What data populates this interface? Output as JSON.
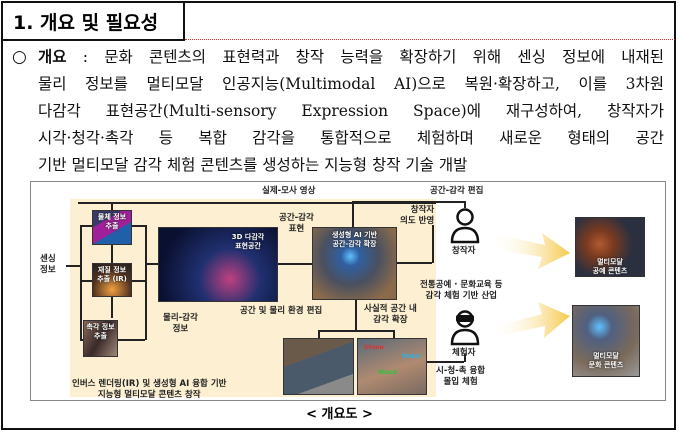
{
  "section": {
    "title": "1. 개요 및 필요성"
  },
  "overview": {
    "bullet": "○",
    "label": "개요",
    "lines": [
      " : 문화 콘텐츠의 표현력과 창작 능력을 확장하기 위해 센싱 정보에 내재된",
      "물리 정보를 멀티모달 인공지능(Multimodal AI)으로 복원·확장하고, 이를 3차원",
      "다감각 표현공간(Multi-sensory Expression Space)에 재구성하여, 창작자가",
      "시각·청각·촉각 등 복합 감각을 통합적으로 체험하며 새로운 형태의 공간",
      "기반 멀티모달 감각 체험 콘텐츠를 생성하는 지능형 창작 기술 개발"
    ]
  },
  "diagram": {
    "sensing_label": "센싱\n정보",
    "real_sim_video": "실제-모사 영상",
    "object_info": "물체 정보\n추출",
    "material_info": "재질 정보\n추출 (IR)",
    "tactile_info": "촉각 정보\n추출",
    "physical_sense_info": "물리-감각\n정보",
    "space3d_img": "3D 다감각\n표현공간",
    "space_sense_expression": "공간-감각\n표현",
    "genai_img": "생성형 AI 기반\n공간-감각 확장",
    "space_physical_edit": "공간 및 물리 환경 편집",
    "realistic_expansion": "사실적 공간 내\n감각 확장",
    "creator_intent": "창작자\n의도 반영",
    "space_sense_edit": "공간-감각 편집",
    "creator": "창작자",
    "experiencer": "체험자",
    "industry": "전통공예 · 문화교육 등\n감각 체험 기반 산업",
    "immersive": "시-청-촉 융합\n몰입 체험",
    "craft_content": "멀티모달\n공예 콘텐츠",
    "culture_content": "멀티모달\n문화 콘텐츠",
    "tag_stone": "Stone",
    "tag_metal": "Metal",
    "tag_wood": "Wood",
    "footer": "인버스 렌더링(IR) 및 생성형 AI 융합 기반\n지능형 멀티모달 콘텐츠 창작",
    "caption": "< 개요도 >"
  },
  "colors": {
    "beige": "#fdf0d2",
    "arrow": "#f5c94a"
  }
}
